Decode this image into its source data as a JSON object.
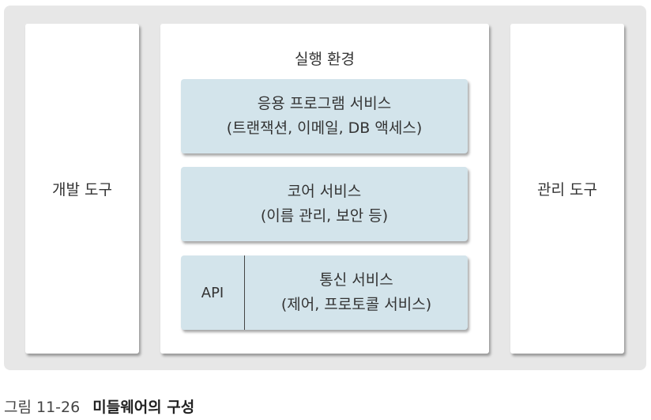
{
  "left_panel": {
    "label": "개발 도구"
  },
  "right_panel": {
    "label": "관리 도구"
  },
  "runtime": {
    "title": "실행 환경",
    "app_service": {
      "title": "응용 프로그램 서비스",
      "detail": "(트랜잭션, 이메일, DB 액세스)"
    },
    "core_service": {
      "title": "코어 서비스",
      "detail": "(이름 관리, 보안 등)"
    },
    "comm_service": {
      "api": "API",
      "title": "통신 서비스",
      "detail": "(제어, 프로토콜 서비스)"
    }
  },
  "caption": {
    "number": "그림 11-26",
    "title": "미들웨어의 구성"
  }
}
